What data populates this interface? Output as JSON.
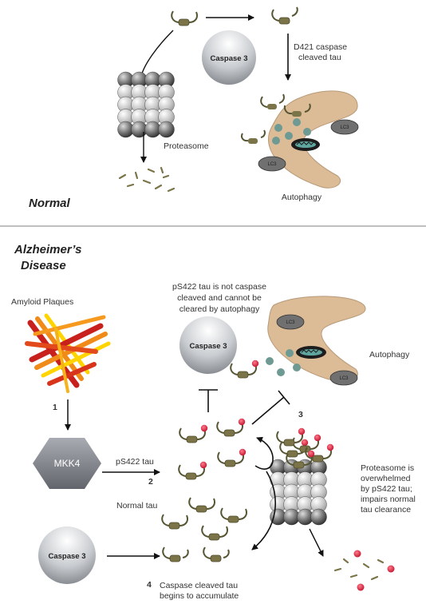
{
  "normal": {
    "section_title": "Normal",
    "caspase_label": "Caspase 3",
    "cleavage_label_1": "D421 caspase",
    "cleavage_label_2": "cleaved tau",
    "proteasome_label": "Proteasome",
    "autophagy_label": "Autophagy",
    "lc3_label": "LC3"
  },
  "ad": {
    "section_title_1": "Alzheimer’s",
    "section_title_2": "Disease",
    "plaques_label": "Amyloid Plaques",
    "mkk4_label": "MKK4",
    "caspase_label": "Caspase 3",
    "note_1": "pS422 tau is not caspase",
    "note_2": "cleaved and cannot be",
    "note_3": "cleared by autophagy",
    "autophagy_label": "Autophagy",
    "lc3_label": "LC3",
    "ps422_label": "pS422 tau",
    "normal_tau_label": "Normal tau",
    "overwhelmed_1": "Proteasome is",
    "overwhelmed_2": "overwhelmed",
    "overwhelmed_3": "by pS422 tau;",
    "overwhelmed_4": "impairs normal",
    "overwhelmed_5": "tau clearance",
    "accumulate_1": "Caspase cleaved tau",
    "accumulate_2": "begins to accumulate",
    "step_1": "1",
    "step_2": "2",
    "step_3": "3",
    "step_4": "4"
  },
  "colors": {
    "tau_body": "#7a7448",
    "tau_line": "#555533",
    "phospho": "#d81f3c",
    "autophagosome": "#dcbb97",
    "lc3_fill": "#707070",
    "teal": "#6e9a93",
    "divider": "#999999",
    "plaque_red": "#c8201c",
    "plaque_orange": "#f08a18",
    "plaque_yellow": "#ffd400"
  }
}
